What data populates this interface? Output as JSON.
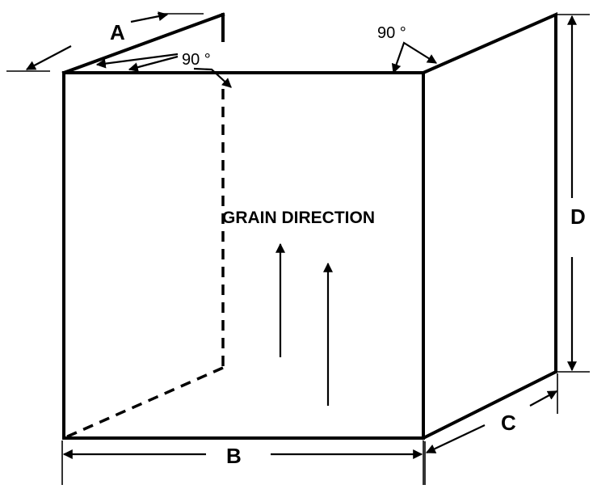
{
  "diagram": {
    "dimension_labels": {
      "a": "A",
      "b": "B",
      "c": "C",
      "d": "D"
    },
    "angle_labels": {
      "left": "90 °",
      "right": "90 °"
    },
    "grain_label": "GRAIN DIRECTION",
    "colors": {
      "line": "#000000",
      "background": "#ffffff"
    }
  }
}
